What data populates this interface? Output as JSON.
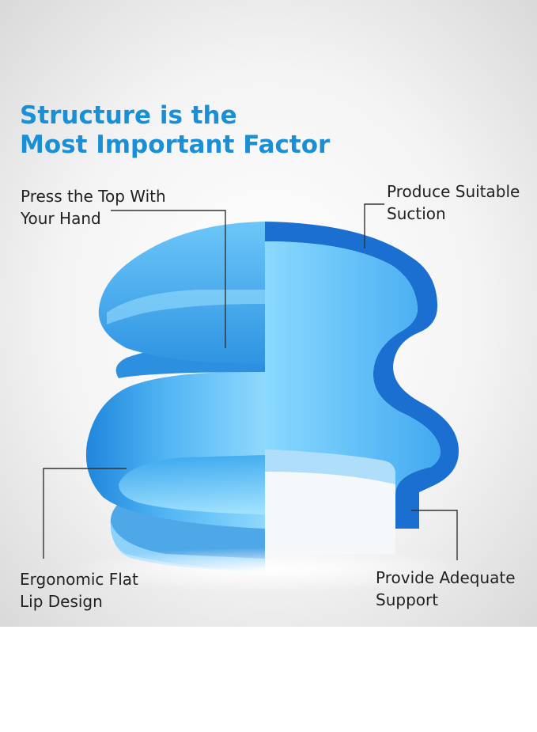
{
  "headline": {
    "line1": "Structure is the",
    "line2": "Most Important Factor"
  },
  "callouts": {
    "press_top": {
      "line1": "Press the Top With",
      "line2": "Your Hand"
    },
    "suction": {
      "line1": "Produce Suitable",
      "line2": "Suction"
    },
    "lip": {
      "line1": "Ergonomic Flat",
      "line2": "Lip Design"
    },
    "support": {
      "line1": "Provide Adequate",
      "line2": "Support"
    }
  },
  "colors": {
    "headline": "#1a8fd6",
    "product_blue": "#2f8fe0",
    "product_light": "#7fd0fb",
    "text": "#222222"
  }
}
